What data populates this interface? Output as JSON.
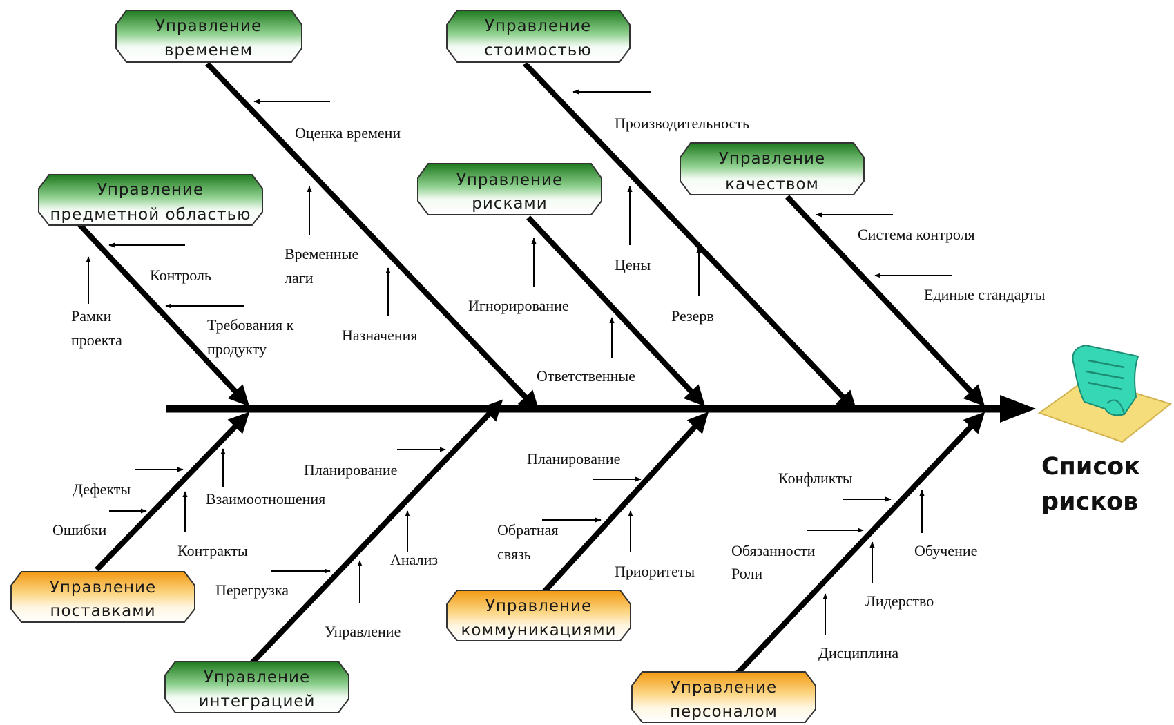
{
  "effect": {
    "label_line1": "Список",
    "label_line2": "рисков",
    "icon": "scroll-document-icon"
  },
  "palette": {
    "green_box_top": "#2a8a2a",
    "green_box_bottom": "#ffffff",
    "orange_box_top": "#f5a623",
    "orange_box_bottom": "#ffffff",
    "spine": "#000000",
    "scroll": "#2fd6b2",
    "scroll_base": "#f3dc7a"
  },
  "categories": {
    "time": {
      "line1": "Управление",
      "line2": "временем",
      "color": "green",
      "causes": {
        "c1": "Оценка времени",
        "c2": "Временные",
        "c2b": "лаги",
        "c3": "Назначения"
      }
    },
    "cost": {
      "line1": "Управление",
      "line2": "стоимостью",
      "color": "green",
      "causes": {
        "c1": "Производительность",
        "c2": "Цены",
        "c3": "Резерв"
      }
    },
    "scope": {
      "line1": "Управление",
      "line2": "предметной областью",
      "color": "green",
      "causes": {
        "c1": "Контроль",
        "c2": "Рамки",
        "c2b": "проекта",
        "c3": "Требования к",
        "c3b": "продукту"
      }
    },
    "risk": {
      "line1": "Управление",
      "line2": "рисками",
      "color": "green",
      "causes": {
        "c1": "Игнорирование",
        "c2": "Ответственные"
      }
    },
    "quality": {
      "line1": "Управление",
      "line2": "качеством",
      "color": "green",
      "causes": {
        "c1": "Система контроля",
        "c2": "Единые стандарты"
      }
    },
    "procurement": {
      "line1": "Управление",
      "line2": "поставками",
      "color": "orange",
      "causes": {
        "c1": "Дефекты",
        "c2": "Ошибки",
        "c3": "Взаимоотношения",
        "c4": "Контракты"
      }
    },
    "integration": {
      "line1": "Управление",
      "line2": "интеграцией",
      "color": "green",
      "causes": {
        "c1": "Планирование",
        "c2": "Анализ",
        "c3": "Перегрузка",
        "c4": "Управление"
      }
    },
    "communication": {
      "line1": "Управление",
      "line2": "коммуникациями",
      "color": "orange",
      "causes": {
        "c1": "Планирование",
        "c2": "Обратная",
        "c2b": "связь",
        "c3": "Приоритеты"
      }
    },
    "hr": {
      "line1": "Управление",
      "line2": "персоналом",
      "color": "orange",
      "causes": {
        "c1": "Конфликты",
        "c2": "Обучение",
        "c3": "Обязанности",
        "c3b": "Роли",
        "c4": "Лидерство",
        "c5": "Дисциплина"
      }
    }
  }
}
